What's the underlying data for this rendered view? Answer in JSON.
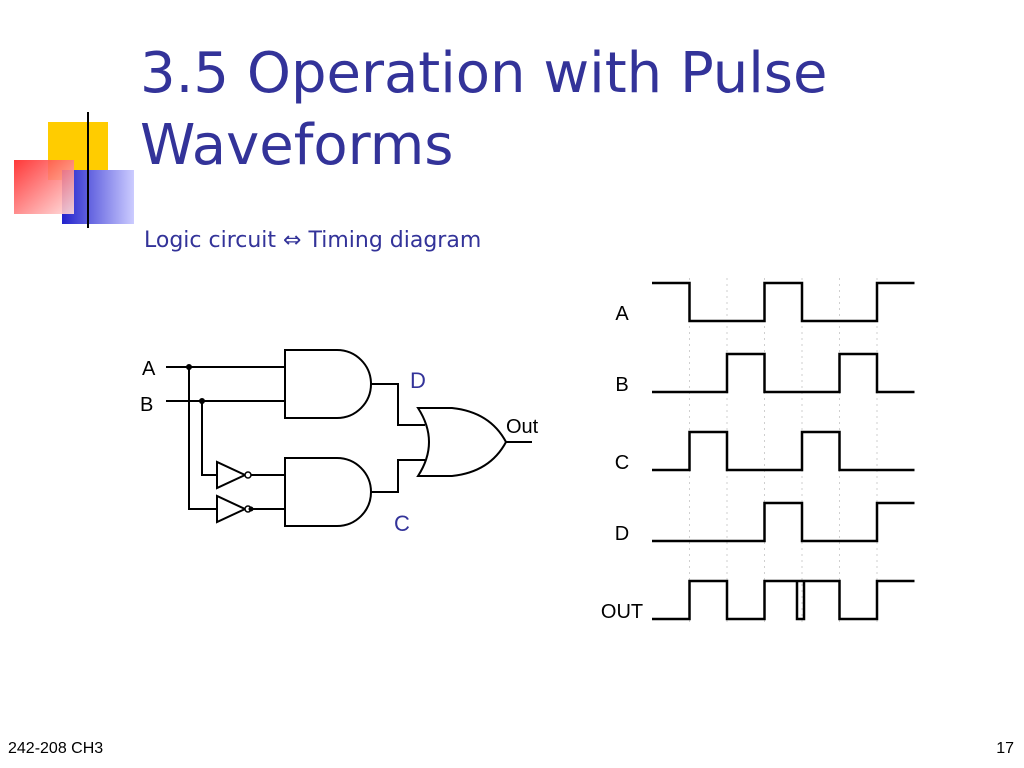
{
  "slide": {
    "title_line1": "3.5 Operation with Pulse",
    "title_line2": "Waveforms",
    "subtitle": "Logic circuit ⇔ Timing diagram",
    "footer_left": "242-208 CH3",
    "page_number": "17"
  },
  "colors": {
    "title": "#333399",
    "deco_yellow": "#ffcc00",
    "deco_red": "#ff3333",
    "deco_blue": "#3333cc"
  },
  "circuit": {
    "input_a": "A",
    "input_b": "B",
    "node_d": "D",
    "node_c": "C",
    "output": "Out"
  },
  "timing": {
    "signals": [
      {
        "label": "A",
        "levels": [
          1,
          0,
          0,
          1,
          0,
          0,
          1
        ]
      },
      {
        "label": "B",
        "levels": [
          0,
          0,
          1,
          0,
          0,
          1,
          0
        ]
      },
      {
        "label": "C",
        "levels": [
          0,
          1,
          0,
          0,
          1,
          0,
          0
        ]
      },
      {
        "label": "D",
        "levels": [
          0,
          0,
          0,
          1,
          0,
          0,
          1
        ]
      },
      {
        "label": "OUT",
        "levels": [
          0,
          1,
          0,
          1,
          1,
          0,
          1
        ]
      }
    ]
  }
}
